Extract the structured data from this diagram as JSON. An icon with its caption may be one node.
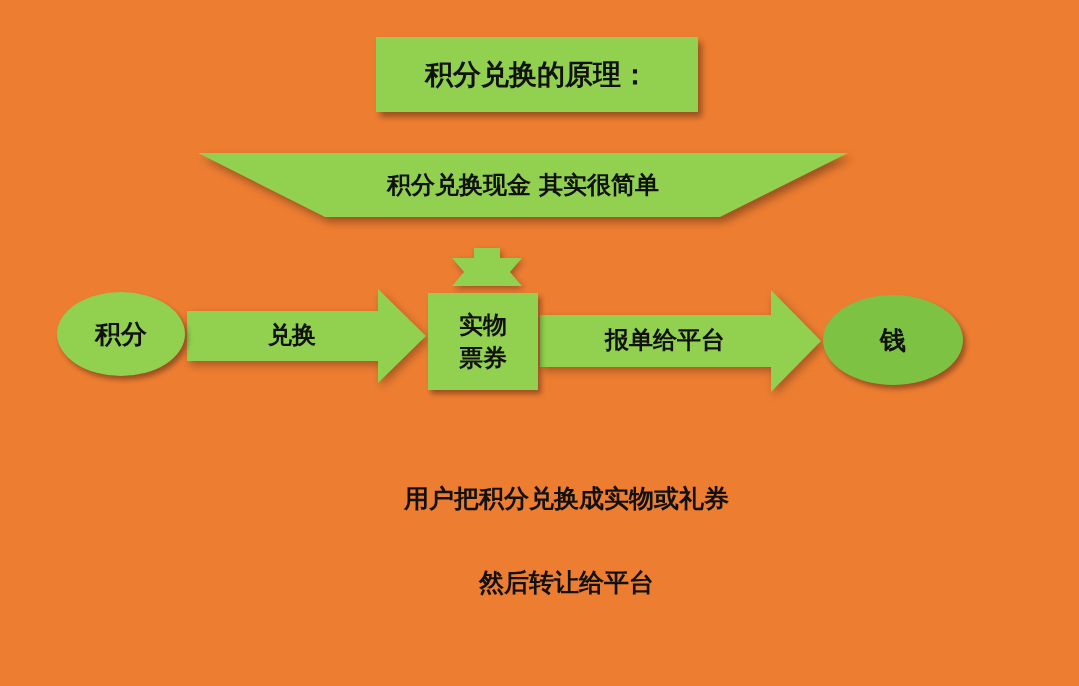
{
  "diagram": {
    "title": "积分兑换的原理：",
    "nodes": [
      {
        "text": [
          "积分兑换现金 其实很简单"
        ]
      },
      {
        "text": [
          "积分"
        ]
      },
      {
        "text": [
          "实物票券"
        ]
      },
      {
        "text": [
          "钱"
        ]
      }
    ],
    "edges": [
      {
        "from": 1,
        "to": 2,
        "arrow": "to",
        "label": "兑换"
      },
      {
        "from": 2,
        "to": 3,
        "arrow": "to",
        "label": "报单给平台"
      }
    ],
    "labels": [
      "用户把积分兑换成实物或礼券",
      "然后转让给平台"
    ]
  }
}
